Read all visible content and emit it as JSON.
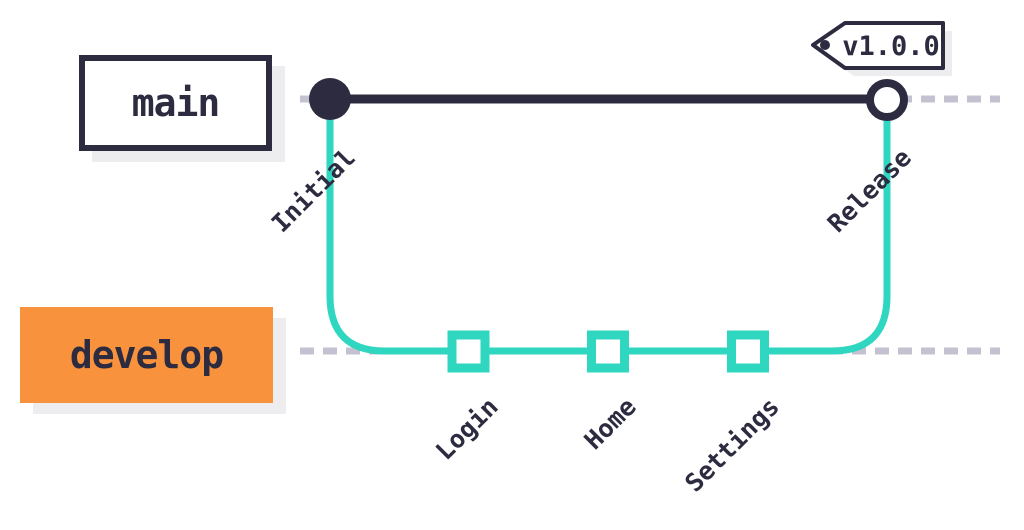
{
  "diagram": {
    "kind": "git-branch-flow"
  },
  "colors": {
    "navy": "#2c2b40",
    "teal": "#2fd6c0",
    "orange": "#f8923c",
    "dash_gray": "#c4c1d1",
    "shadow_gray": "#ededf0",
    "white": "#ffffff"
  },
  "branches": [
    {
      "name": "main",
      "color": "#2c2b40",
      "label_style": "outlined-box"
    },
    {
      "name": "develop",
      "color": "#2fd6c0",
      "label_style": "orange-box"
    }
  ],
  "tag": {
    "label": "v1.0.0",
    "attached_to": "Release"
  },
  "commits": [
    {
      "label": "Initial",
      "branch": "main",
      "marker": "filled-circle"
    },
    {
      "label": "Login",
      "branch": "develop",
      "marker": "open-square"
    },
    {
      "label": "Home",
      "branch": "develop",
      "marker": "open-square"
    },
    {
      "label": "Settings",
      "branch": "develop",
      "marker": "open-square"
    },
    {
      "label": "Release",
      "branch": "main",
      "marker": "open-circle",
      "tag": "v1.0.0"
    }
  ]
}
